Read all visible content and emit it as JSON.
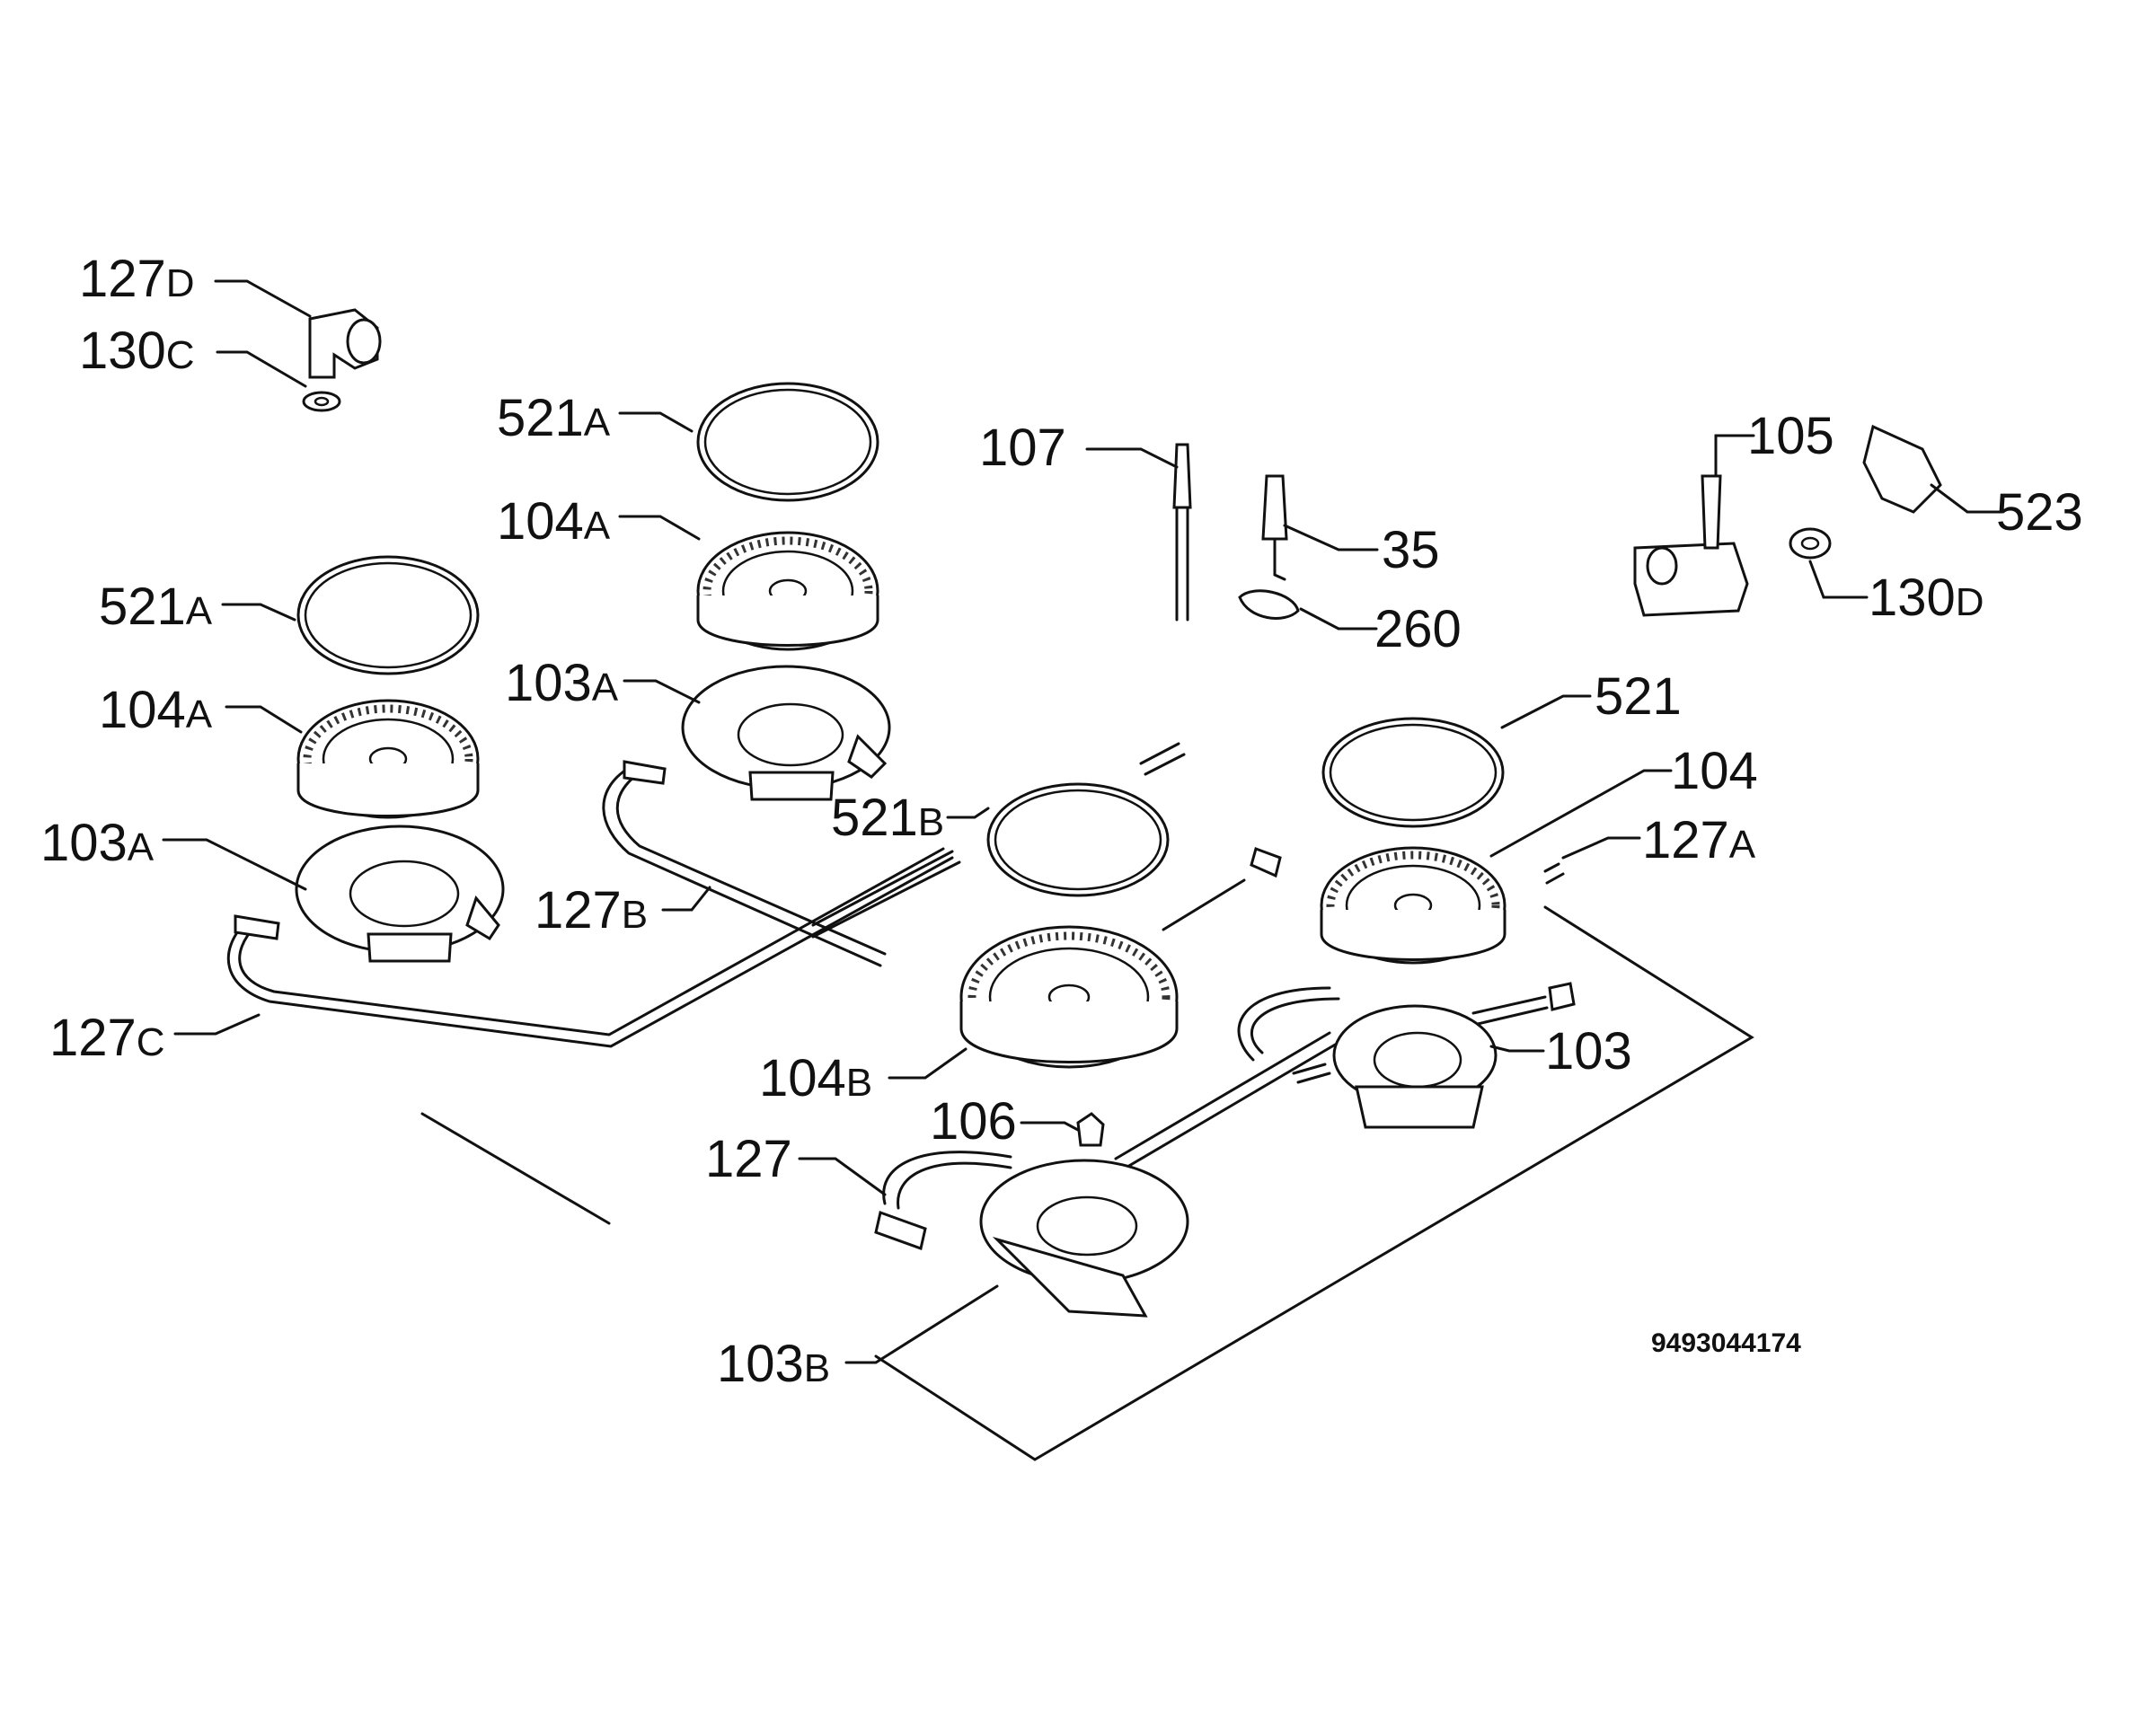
{
  "diagram_code": "9493044174",
  "labels": [
    {
      "id": "l-127d",
      "num": "127",
      "suffix": "D"
    },
    {
      "id": "l-130c",
      "num": "130",
      "suffix": "C"
    },
    {
      "id": "l-521a-1",
      "num": "521",
      "suffix": "A"
    },
    {
      "id": "l-104a-1",
      "num": "104",
      "suffix": "A"
    },
    {
      "id": "l-103a-1",
      "num": "103",
      "suffix": "A"
    },
    {
      "id": "l-521a-2",
      "num": "521",
      "suffix": "A"
    },
    {
      "id": "l-104a-2",
      "num": "104",
      "suffix": "A"
    },
    {
      "id": "l-103a-2",
      "num": "103",
      "suffix": "A"
    },
    {
      "id": "l-127b",
      "num": "127",
      "suffix": "B"
    },
    {
      "id": "l-127c",
      "num": "127",
      "suffix": "C"
    },
    {
      "id": "l-107",
      "num": "107",
      "suffix": ""
    },
    {
      "id": "l-35",
      "num": "35",
      "suffix": ""
    },
    {
      "id": "l-260",
      "num": "260",
      "suffix": ""
    },
    {
      "id": "l-105",
      "num": "105",
      "suffix": ""
    },
    {
      "id": "l-523",
      "num": "523",
      "suffix": ""
    },
    {
      "id": "l-130d",
      "num": "130",
      "suffix": "D"
    },
    {
      "id": "l-521",
      "num": "521",
      "suffix": ""
    },
    {
      "id": "l-104",
      "num": "104",
      "suffix": ""
    },
    {
      "id": "l-127a",
      "num": "127",
      "suffix": "A"
    },
    {
      "id": "l-521b",
      "num": "521",
      "suffix": "B"
    },
    {
      "id": "l-103",
      "num": "103",
      "suffix": ""
    },
    {
      "id": "l-104b",
      "num": "104",
      "suffix": "B"
    },
    {
      "id": "l-106",
      "num": "106",
      "suffix": ""
    },
    {
      "id": "l-127",
      "num": "127",
      "suffix": ""
    },
    {
      "id": "l-103b",
      "num": "103",
      "suffix": "B"
    }
  ]
}
